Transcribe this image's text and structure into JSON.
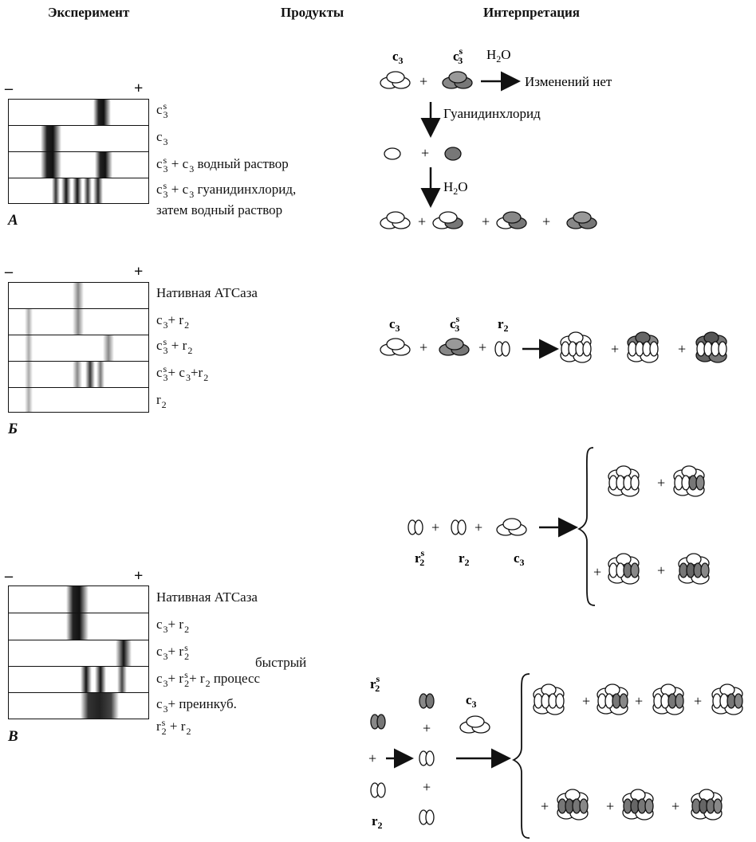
{
  "headers": {
    "experiment": "Эксперимент",
    "products": "Продукты",
    "interpretation": "Интерпретация"
  },
  "polarity": {
    "minus": "–",
    "plus": "+"
  },
  "panel_a": {
    "label": "А",
    "lanes": [
      {
        "parts": [
          [
            "c",
            "s",
            "3"
          ]
        ]
      },
      {
        "parts": [
          [
            "c",
            "",
            "3"
          ]
        ]
      },
      {
        "parts": [
          [
            "c",
            "s",
            "3"
          ],
          [
            " + ",
            ""
          ],
          [
            "c",
            "",
            "3"
          ],
          [
            "  водный раствор",
            ""
          ]
        ]
      },
      {
        "parts": [
          [
            "c",
            "s",
            "3"
          ],
          [
            " + ",
            ""
          ],
          [
            "c",
            "",
            "3"
          ],
          [
            "  гуанидинхлорид,",
            ""
          ]
        ]
      }
    ],
    "lane4_line2": "затем водный раствор",
    "interp": {
      "c3_top": "c",
      "c3_sub": "3",
      "c3s_top": "c",
      "c3s_sup": "s",
      "c3s_sub": "3",
      "h2o_a": "H",
      "h2o_sub": "2",
      "h2o_b": "O",
      "no_change": "Изменений нет",
      "guanidine": "Гуанидинхлорид",
      "h2o2_a": "H",
      "h2o2_sub": "2",
      "h2o2_b": "O"
    }
  },
  "panel_b": {
    "label": "Б",
    "native": "Нативная АТСаза",
    "lanes": [
      {
        "parts": [
          [
            "c",
            "",
            "3"
          ],
          [
            "+ ",
            ""
          ],
          [
            "r",
            "",
            "2"
          ]
        ]
      },
      {
        "parts": [
          [
            "c",
            "s",
            "3"
          ],
          [
            " + ",
            ""
          ],
          [
            "r",
            "",
            "2"
          ]
        ]
      },
      {
        "parts": [
          [
            "c",
            "s",
            "3"
          ],
          [
            "+  ",
            ""
          ],
          [
            "c",
            "",
            "3"
          ],
          [
            "+",
            ""
          ],
          [
            "r",
            "",
            "2"
          ]
        ]
      },
      {
        "parts": [
          [
            "r",
            "",
            "2"
          ]
        ]
      }
    ],
    "interp": {
      "c3": "c",
      "c3_sub": "3",
      "c3s": "c",
      "c3s_sup": "s",
      "c3s_sub": "3",
      "r2": "r",
      "r2_sub": "2"
    }
  },
  "panel_c": {
    "label": "В",
    "native": "Нативная АТСаза",
    "lanes": [
      {
        "parts": [
          [
            "c",
            "",
            "3"
          ],
          [
            "+  ",
            ""
          ],
          [
            "r",
            "",
            "2"
          ]
        ]
      },
      {
        "parts": [
          [
            "c",
            "",
            "3"
          ],
          [
            "+  ",
            ""
          ],
          [
            "r",
            "s",
            "2"
          ]
        ]
      },
      {
        "parts": [
          [
            "c",
            "",
            "3"
          ],
          [
            "+  ",
            ""
          ],
          [
            "r",
            "s",
            "2"
          ],
          [
            "+ ",
            ""
          ],
          [
            "r",
            "",
            "2"
          ],
          [
            " процесс",
            ""
          ]
        ]
      },
      {
        "parts": [
          [
            "c",
            "",
            "3"
          ],
          [
            "+  преинкуб.",
            ""
          ]
        ]
      }
    ],
    "fast": "быстрый",
    "last_line": [
      [
        "r",
        "s",
        "2"
      ],
      [
        " + ",
        ""
      ],
      [
        "r",
        "",
        "2"
      ]
    ],
    "mid_labels": {
      "r2s": "r",
      "r2s_sup": "s",
      "r2s_sub": "2",
      "r2": "r",
      "r2_sub": "2",
      "c3": "c",
      "c3_sub": "3"
    },
    "bottom_labels": {
      "r2s": "r",
      "r2s_sup": "s",
      "r2s_sub": "2",
      "c3": "c",
      "c3_sub": "3",
      "r2": "r",
      "r2_sub": "2"
    }
  }
}
